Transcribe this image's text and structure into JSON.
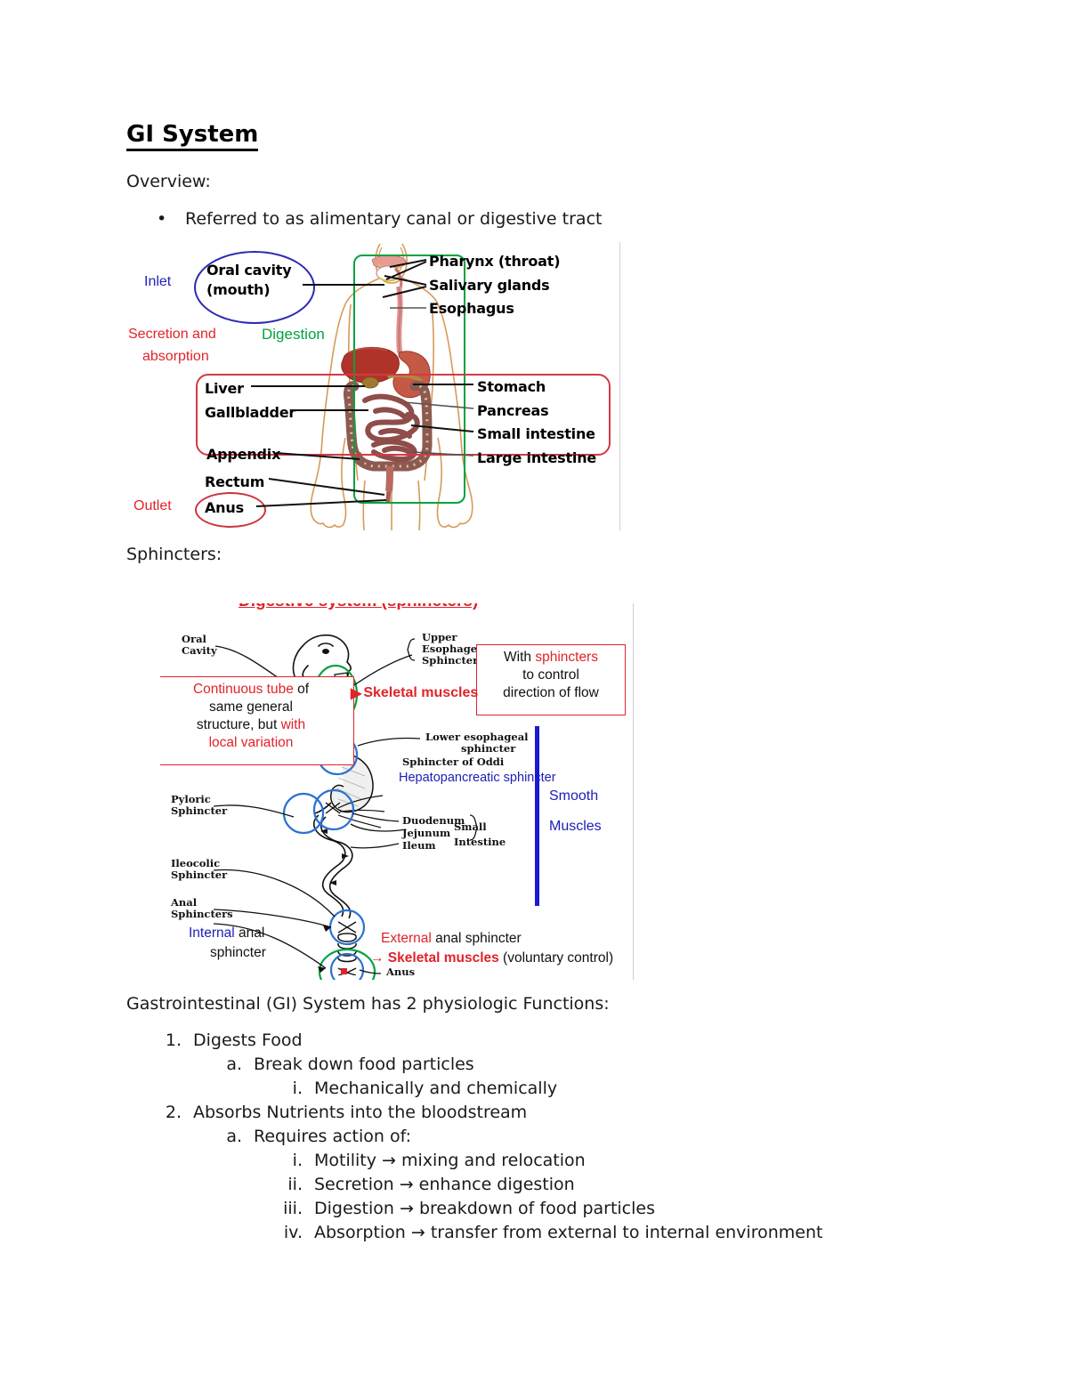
{
  "document": {
    "title": "GI System",
    "overview_label": "Overview:",
    "overview_bullet": "Referred to as alimentary canal or digestive tract",
    "bullet_glyph": "•",
    "sphincters_label": "Sphincters:",
    "functions_intro": "Gastrointestinal (GI) System has 2 physiologic Functions:",
    "outline": [
      {
        "level": 1,
        "marker": "1.",
        "text": "Digests Food"
      },
      {
        "level": 2,
        "marker": "a.",
        "text": "Break down food particles"
      },
      {
        "level": 3,
        "marker": "i.",
        "text": "Mechanically and chemically"
      },
      {
        "level": 1,
        "marker": "2.",
        "text": "Absorbs Nutrients into the bloodstream"
      },
      {
        "level": 2,
        "marker": "a.",
        "text": "Requires action of:"
      },
      {
        "level": 3,
        "marker": "i.",
        "text": "Motility → mixing and relocation"
      },
      {
        "level": 3,
        "marker": "ii.",
        "text": "Secretion → enhance digestion"
      },
      {
        "level": 3,
        "marker": "iii.",
        "text": "Digestion → breakdown of food particles"
      },
      {
        "level": 3,
        "marker": "iv.",
        "text": "Absorption → transfer from external to internal environment"
      }
    ]
  },
  "figure1": {
    "name": "digestive-system-overview-diagram",
    "annotations": {
      "inlet": "Inlet",
      "oral_cavity_line1": "Oral cavity",
      "oral_cavity_line2": "(mouth)",
      "digestion": "Digestion",
      "secretion_line1": "Secretion and",
      "secretion_line2": "absorption",
      "outlet": "Outlet",
      "anus": "Anus"
    },
    "left_labels": [
      "Liver",
      "Gallbladder",
      "Appendix",
      "Rectum"
    ],
    "right_labels": [
      "Pharynx (throat)",
      "Salivary glands",
      "Esophagus",
      "Stomach",
      "Pancreas",
      "Small intestine",
      "Large intestine"
    ],
    "colors": {
      "red": "#e1232a",
      "green": "#00a33f",
      "blue": "#2222bb",
      "box_red": "#d33a44"
    }
  },
  "figure2": {
    "name": "digestive-system-sphincters-diagram",
    "title": "Digestive system (sphincters)",
    "serif_labels": {
      "oral_cavity_l1": "Oral",
      "oral_cavity_l2": "Cavity",
      "ues_l1": "Upper",
      "ues_l2": "Esophageal",
      "ues_l3": "Sphincter",
      "les_l1": "Lower esophageal",
      "les_l2": "sphincter",
      "oddi": "Sphincter of Oddi",
      "pyloric_l1": "Pyloric",
      "pyloric_l2": "Sphincter",
      "duodenum": "Duodenum",
      "jejunum": "Jejunum",
      "ileum": "Ileum",
      "small": "Small",
      "intestine": "Intestine",
      "ileocolic_l1": "Ileocolic",
      "ileocolic_l2": "Sphincter",
      "anal_l1": "Anal",
      "anal_l2": "Sphincters",
      "anus": "Anus"
    },
    "callouts": {
      "continuous_tube_l1_a": "Continuous tube",
      "continuous_tube_l1_b": " of",
      "continuous_tube_l2": "same general",
      "continuous_tube_l3_a": "structure, but ",
      "continuous_tube_l3_b": "with",
      "continuous_tube_l4": "local variation",
      "with_sphincters_a": "With ",
      "with_sphincters_b": "sphincters",
      "with_sphincters_l2": "to control",
      "with_sphincters_l3": "direction of flow",
      "skeletal_muscles": "Skeletal muscles",
      "hepatopancreatic": "Hepatopancreatic sphincter",
      "smooth": "Smooth",
      "muscles": "Muscles",
      "internal_a": "Internal",
      "internal_b": " anal",
      "internal_l2": "sphincter",
      "external_a": "External",
      "external_b": " anal sphincter",
      "skeletal_arrow": "→ Skeletal muscles",
      "voluntary": " (voluntary control)"
    },
    "colors": {
      "red": "#e1232a",
      "blue": "#1d1db8",
      "green": "#00a33f",
      "circle_blue": "#2a72d4"
    }
  }
}
